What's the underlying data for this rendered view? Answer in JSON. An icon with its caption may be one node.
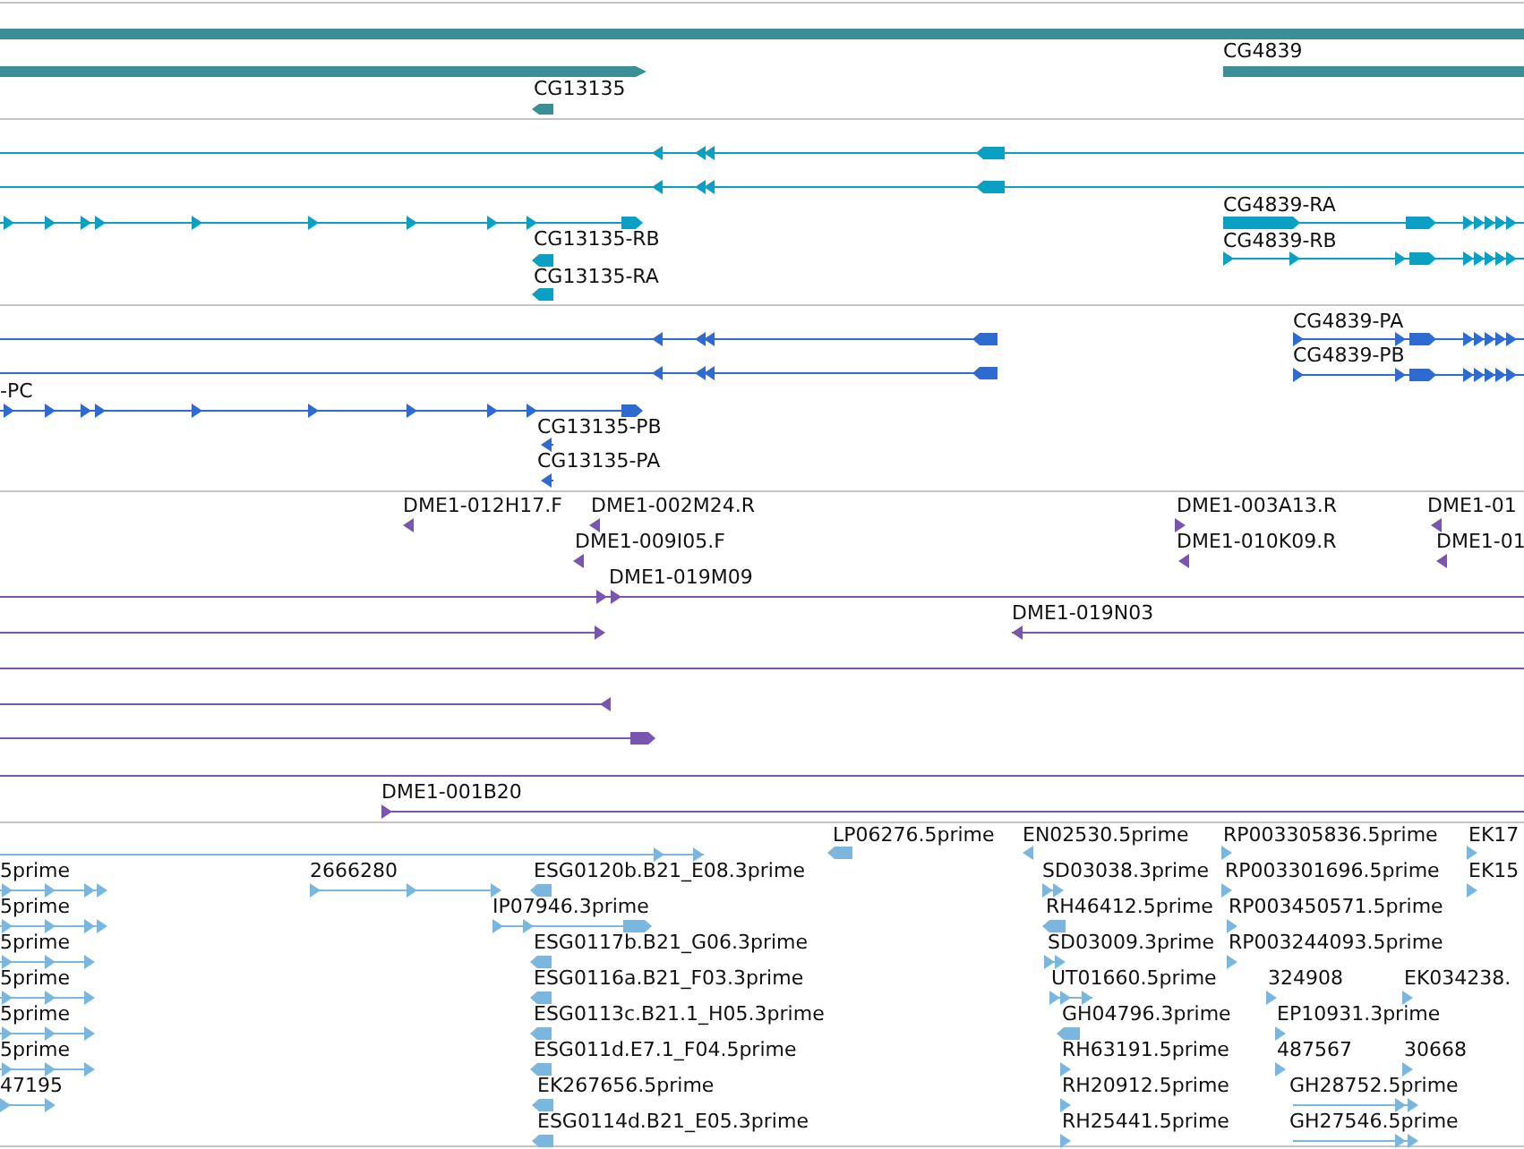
{
  "diagram": {
    "labels": [
      "CG4839",
      "CG13135",
      "CG4839-RA",
      "CG13135-RB",
      "CG4839-RB",
      "CG13135-RA",
      "CG4839-PA",
      "CG4839-PB",
      "-PC",
      "CG13135-PB",
      "CG13135-PA",
      "DME1-012H17.F",
      "DME1-002M24.R",
      "DME1-003A13.R",
      "DME1-01",
      "DME1-009I05.F",
      "DME1-010K09.R",
      "DME1-01",
      "DME1-019M09",
      "DME1-019N03",
      "DME1-001B20",
      "LP06276.5prime",
      "EN02530.5prime",
      "RP003305836.5prime",
      "EK17",
      "5prime",
      "2666280",
      "ESG0120b.B21_E08.3prime",
      "SD03038.3prime",
      "RP003301696.5prime",
      "EK15",
      "5prime",
      "IP07946.3prime",
      "RH46412.5prime",
      "RP003450571.5prime",
      "5prime",
      "ESG0117b.B21_G06.3prime",
      "SD03009.3prime",
      "RP003244093.5prime",
      "5prime",
      "ESG0116a.B21_F03.3prime",
      "UT01660.5prime",
      "324908",
      "EK034238.",
      "5prime",
      "ESG0113c.B21.1_H05.3prime",
      "GH04796.3prime",
      "EP10931.3prime",
      "5prime",
      "ESG011d.E7.1_F04.5prime",
      "RH63191.5prime",
      "487567",
      "30668",
      "47195",
      "EK267656.5prime",
      "RH20912.5prime",
      "GH28752.5prime",
      "ESG0114d.B21_E05.3prime",
      "RH25441.5prime",
      "GH27546.5prime"
    ]
  }
}
